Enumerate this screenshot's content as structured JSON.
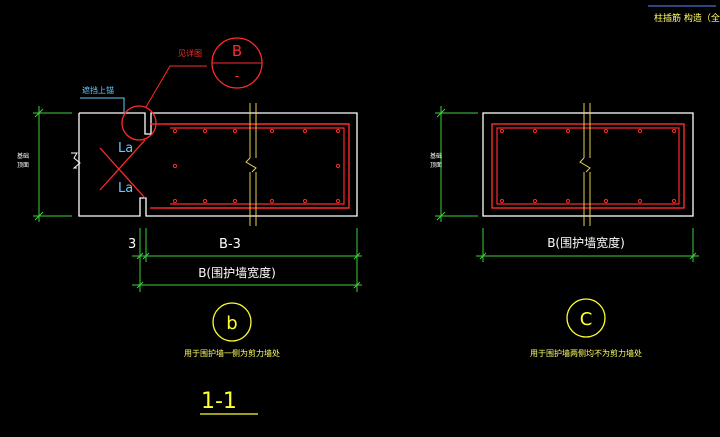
{
  "title": {
    "text": "柱插筋 构造（全部通用）"
  },
  "callout": {
    "note": "见详图",
    "letter_top": "B",
    "letter_bottom": "-"
  },
  "left_detail": {
    "top_note": "遮挡上锚",
    "side_label_1": "基础",
    "side_label_2": "顶面",
    "la_upper": "La",
    "la_lower": "La",
    "dim_small": "3",
    "dim_mid": "B-3",
    "dim_total": "B(围护墙宽度)",
    "circle_label": "b",
    "caption": "用于围护墙一侧为剪力墙处"
  },
  "right_detail": {
    "side_label_1": "基础",
    "side_label_2": "顶面",
    "dim_total": "B(围护墙宽度)",
    "circle_label": "C",
    "caption": "用于围护墙两侧均不为剪力墙处"
  },
  "section": {
    "label": "1-1"
  },
  "colors": {
    "bg": "#000000",
    "outline": "#ffffff",
    "rebar": "#ff2a2a",
    "dim": "#3cd23c",
    "text_yellow": "#ffff66",
    "text_cyan": "#66c8ff",
    "text_blue": "#5a8cff"
  }
}
